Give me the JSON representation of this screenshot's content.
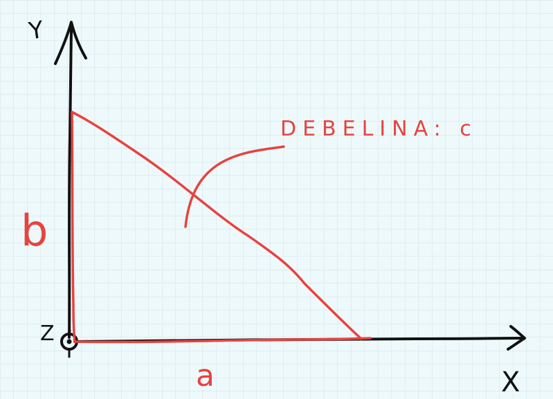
{
  "labels": {
    "y_axis": "Y",
    "x_axis": "X",
    "z_axis": "Z",
    "side_b": "b",
    "side_a": "a",
    "annotation": "DEBELINA: c"
  },
  "colors": {
    "background": "#eef9fb",
    "grid_minor": "#cfe3ea",
    "axes": "#111111",
    "shape": "#e8423f"
  }
}
